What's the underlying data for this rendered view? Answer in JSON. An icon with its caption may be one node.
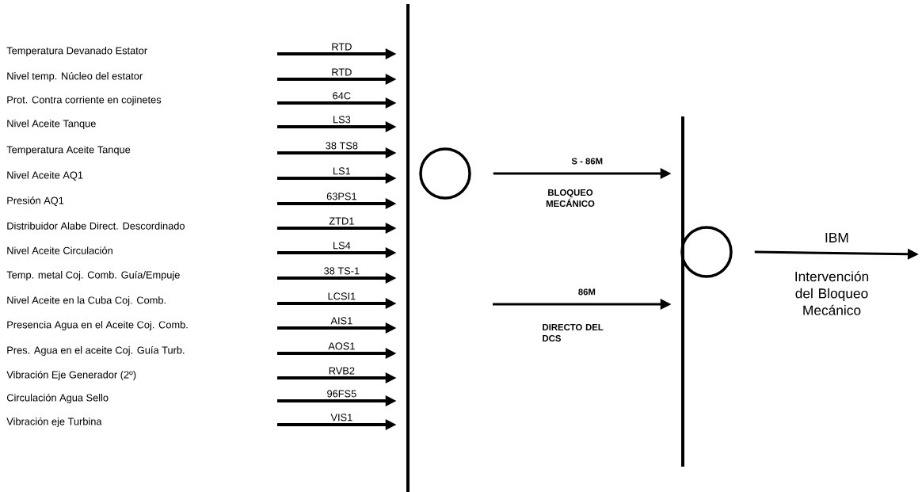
{
  "diagram": {
    "nodes": [
      {
        "text": [],
        "shape": "bar"
      },
      {
        "text": [],
        "shape": "circle"
      },
      {
        "text": [],
        "shape": "bar"
      },
      {
        "text": [],
        "shape": "circle"
      }
    ],
    "edges": [
      {
        "from": null,
        "to": 0,
        "arrow": "to",
        "label": "RTD"
      },
      {
        "from": null,
        "to": 0,
        "arrow": "to",
        "label": "RTD"
      },
      {
        "from": null,
        "to": 0,
        "arrow": "to",
        "label": "64C"
      },
      {
        "from": null,
        "to": 0,
        "arrow": "to",
        "label": "LS3"
      },
      {
        "from": null,
        "to": 0,
        "arrow": "to",
        "label": "38 TS8"
      },
      {
        "from": null,
        "to": 0,
        "arrow": "to",
        "label": "LS1"
      },
      {
        "from": null,
        "to": 0,
        "arrow": "to",
        "label": "63PS1"
      },
      {
        "from": null,
        "to": 0,
        "arrow": "to",
        "label": "ZTD1"
      },
      {
        "from": null,
        "to": 0,
        "arrow": "to",
        "label": "LS4"
      },
      {
        "from": null,
        "to": 0,
        "arrow": "to",
        "label": "38 TS-1"
      },
      {
        "from": null,
        "to": 0,
        "arrow": "to",
        "label": "LCSI1"
      },
      {
        "from": null,
        "to": 0,
        "arrow": "to",
        "label": "AIS1"
      },
      {
        "from": null,
        "to": 0,
        "arrow": "to",
        "label": "AOS1"
      },
      {
        "from": null,
        "to": 0,
        "arrow": "to",
        "label": "RVB2"
      },
      {
        "from": null,
        "to": 0,
        "arrow": "to",
        "label": "96FS5"
      },
      {
        "from": null,
        "to": 0,
        "arrow": "to",
        "label": "VIS1"
      },
      {
        "from": 1,
        "to": 2,
        "arrow": "to",
        "label": "S - 86M"
      },
      {
        "from": null,
        "to": 2,
        "arrow": "to",
        "label": "86M"
      },
      {
        "from": 3,
        "to": null,
        "arrow": "to",
        "label": "IBM"
      }
    ],
    "labels": [
      "Temperatura Devanado Estator",
      "Nivel temp. Núcleo del estator",
      "Prot. Contra corriente en cojinetes",
      "Nivel Aceite Tanque",
      "Temperatura Aceite Tanque",
      "Nivel Aceite AQ1",
      "Presión AQ1",
      "Distribuidor Alabe Direct. Descordinado",
      "Nivel Aceite Circulación",
      "Temp. metal Coj. Comb. Guía/Empuje",
      "Nivel Aceite en la Cuba Coj. Comb.",
      "Presencia Agua en el Aceite Coj. Comb.",
      "Pres. Agua en el aceite Coj. Guía Turb.",
      "Vibración Eje Generador (2º)",
      "Circulación Agua Sello",
      "Vibración eje Turbina",
      "BLOQUEO MECÁNICO",
      "DIRECTO DEL DCS",
      "Intervención del Bloqueo Mecánico"
    ]
  }
}
